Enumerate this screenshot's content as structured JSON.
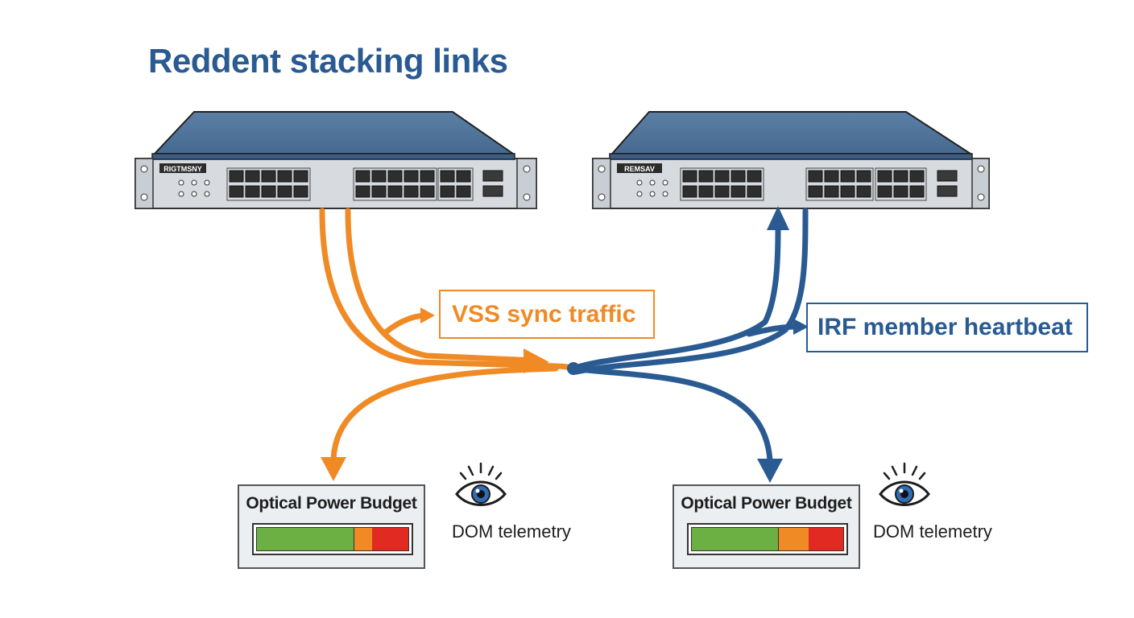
{
  "title": "Reddent stacking links",
  "switches": [
    {
      "model_label": "RIGTMSNY"
    },
    {
      "model_label": "REMSAV"
    }
  ],
  "callouts": {
    "orange": "VSS sync traffic",
    "blue": "IRF member heartbeat"
  },
  "budgets": [
    {
      "title": "Optical Power Budget",
      "telemetry": "DOM telemetry",
      "segments": {
        "green": 0.64,
        "orange": 0.12,
        "red": 0.24
      }
    },
    {
      "title": "Optical Power Budget",
      "telemetry": "DOM telemetry",
      "segments": {
        "green": 0.57,
        "orange": 0.2,
        "red": 0.23
      }
    }
  ],
  "colors": {
    "orange": "#f08a24",
    "blue": "#2a5a92",
    "green": "#6cb043",
    "red": "#e02a22"
  },
  "icons": [
    "eye-icon",
    "arrow-icon"
  ]
}
